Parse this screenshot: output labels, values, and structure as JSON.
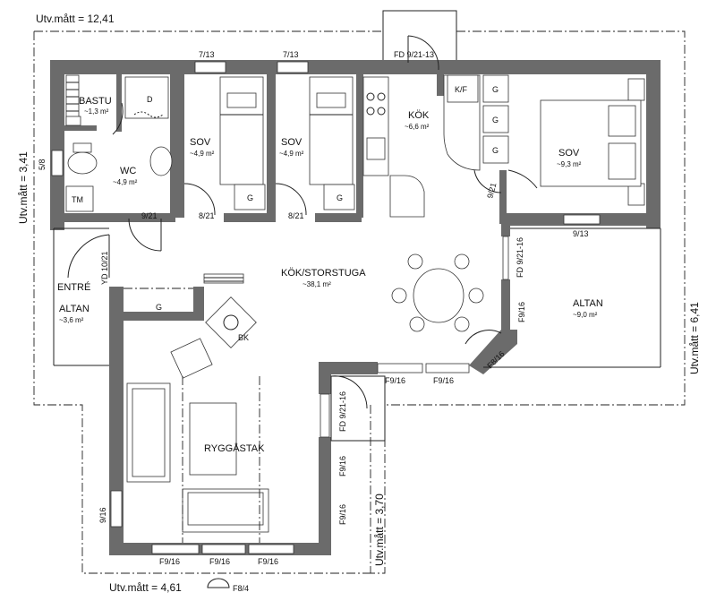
{
  "dimensions": {
    "top": "Utv.mått = 12,41",
    "left": "Utv.mått = 3,41",
    "right": "Utv.mått = 6,41",
    "middle": "Utv.mått = 3,70",
    "bottom": "Utv.mått = 4,61",
    "bottom_symbol_label": "F8/4"
  },
  "rooms": {
    "bastu": {
      "name": "BASTU",
      "area": "~1,3 m²"
    },
    "wc": {
      "name": "WC",
      "area": "~4,9 m²"
    },
    "sov1": {
      "name": "SOV",
      "area": "~4,9 m²"
    },
    "sov2": {
      "name": "SOV",
      "area": "~4,9 m²"
    },
    "kok": {
      "name": "KÖK",
      "area": "~6,6 m²"
    },
    "sov3": {
      "name": "SOV",
      "area": "~9,3 m²"
    },
    "storstuga": {
      "name": "KÖK/STORSTUGA",
      "area": "~38,1 m²"
    },
    "entre": {
      "name": "ENTRÉ"
    },
    "altan_left": {
      "name": "ALTAN",
      "area": "~3,6 m²"
    },
    "altan_right": {
      "name": "ALTAN",
      "area": "~9,0 m²"
    },
    "ryggastak": {
      "name": "RYGGÅSTAK"
    }
  },
  "openings": {
    "w713a": "7/13",
    "w713b": "7/13",
    "fd_top": "FD 9/21-13",
    "w58": "5/8",
    "d921a": "9/21",
    "d821a": "8/21",
    "d821b": "8/21",
    "d921b": "9/21",
    "w913": "9/13",
    "yd": "YD 10/21",
    "fd_right": "FD 9/21-16",
    "w916_r": "F9/16",
    "w816": "F8/16",
    "w916_a": "F9/16",
    "w916_b": "F9/16",
    "fd_mid": "FD 9/21-16",
    "w916_m1": "F9/16",
    "w916_m2": "F9/16",
    "w916_left": "9/16",
    "w916_b1": "F9/16",
    "w916_b2": "F9/16",
    "w916_b3": "F9/16"
  },
  "fixtures": {
    "d": "D",
    "tm": "TM",
    "g1": "G",
    "g2": "G",
    "g3": "G",
    "kf": "K/F",
    "g4": "G",
    "g5": "G",
    "g6": "G",
    "bk": "BK"
  }
}
